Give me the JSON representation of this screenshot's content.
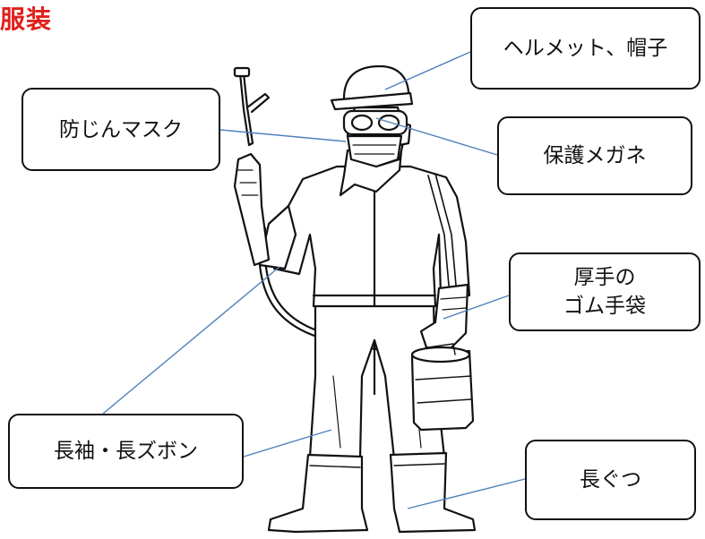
{
  "title": "服装",
  "colors": {
    "title": "#e0201c",
    "leader_line": "#4f81bd",
    "outline": "#111111"
  },
  "labels": {
    "helmet": "ヘルメット、帽子",
    "mask": "防じんマスク",
    "goggles": "保護メガネ",
    "gloves": "厚手の\nゴム手袋",
    "sleeves": "長袖・長ズボン",
    "boots": "長ぐつ"
  },
  "figure": {
    "subject": "worker-wearing-protective-gear-with-sprayer",
    "icons": [
      "helmet-icon",
      "goggles-icon",
      "mask-icon",
      "glove-icon",
      "boot-icon",
      "sprayer-icon"
    ]
  }
}
